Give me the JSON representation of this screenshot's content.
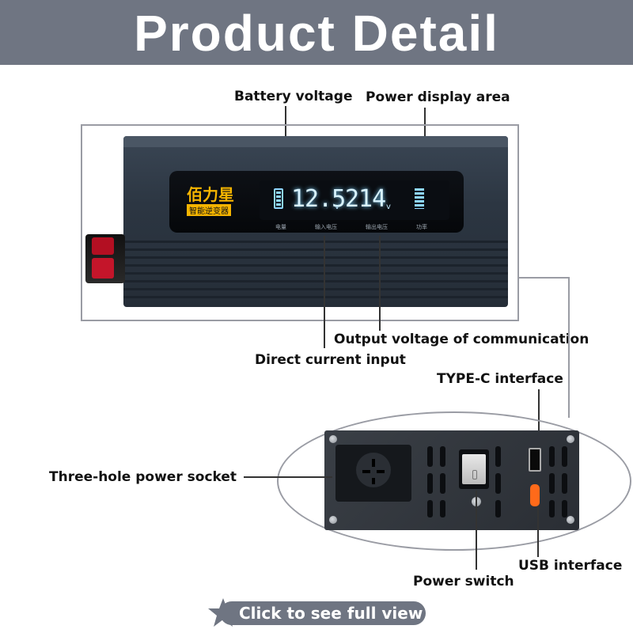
{
  "header": {
    "title": "Product Detail"
  },
  "device": {
    "brand_cn": "佰力星",
    "brand_cn_sub": "智能逆变器",
    "battery_voltage": "12.5",
    "battery_unit": "v",
    "output_voltage": "214",
    "output_unit": "v",
    "lcd_labels": [
      "电量",
      "输入电压",
      "输出电压",
      "功率"
    ]
  },
  "callouts": {
    "battery_voltage": "Battery voltage",
    "power_display_area": "Power display area",
    "output_voltage": "Output voltage of communication",
    "direct_current_input": "Direct current input",
    "type_c_interface": "TYPE-C interface",
    "three_hole_socket": "Three-hole power socket",
    "usb_interface": "USB interface",
    "power_switch": "Power switch"
  },
  "footer": {
    "full_view_label": "Click to see full view",
    "icon": "star-icon"
  },
  "colors": {
    "header_bg": "#6f7582",
    "accent_yellow": "#f5b400",
    "usb_orange": "#ff6a1a"
  }
}
